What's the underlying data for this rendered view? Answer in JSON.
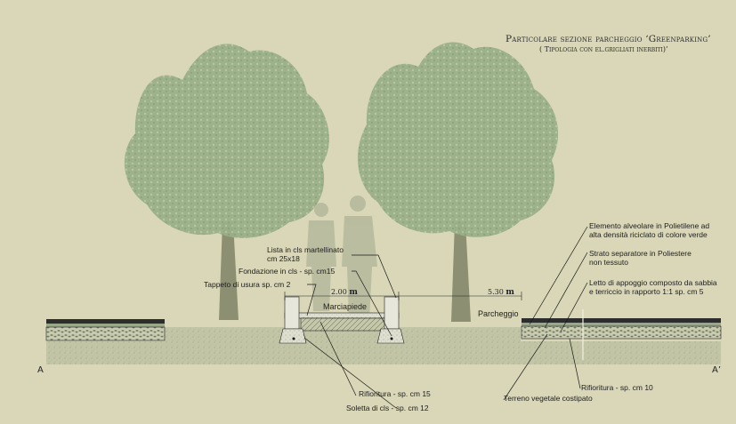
{
  "title": "Particolare sezione parcheggio ‘Greenparking’",
  "subtitle": "( Tipologia con el.grigliati inerbiti)’",
  "section_marks": {
    "left": "A",
    "right": "A’"
  },
  "dimensions": {
    "sidewalk_width": "2.00",
    "parking_width": "5.30",
    "unit": "m"
  },
  "areas": {
    "sidewalk": "Marciapiede",
    "parking": "Parcheggio"
  },
  "labels": {
    "lista_1": "Lista in cls martellinato",
    "lista_2": "cm 25x18",
    "fondazione": "Fondazione in cls  -  sp. cm15",
    "tappeto": "Tappeto di usura  sp.  cm 2",
    "rifioritura_left": "Rifioritura  -  sp. cm 15",
    "soletta": "Soletta di cls  -  sp. cm 12",
    "elemento_1": "Elemento alveolare in Polietilene ad",
    "elemento_2": "alta densità riciclato di colore verde",
    "strato_1": "Strato separatore in Poliestere",
    "strato_2": "non tessuto",
    "letto_1": "Letto di appoggio composto da sabbia",
    "letto_2": "e terriccio in rapporto 1:1 sp. cm 5",
    "terreno": "Terreno vegetale costipato",
    "rifioritura_right": "Rifioritura  -  sp. cm 10"
  },
  "colors": {
    "background": "#d9d7b7",
    "foliage": "#9bb08a",
    "trunk": "#8a8a6e",
    "ground": "#c6c8ab",
    "people": "#b9bca0",
    "line": "#1a1a1a"
  }
}
